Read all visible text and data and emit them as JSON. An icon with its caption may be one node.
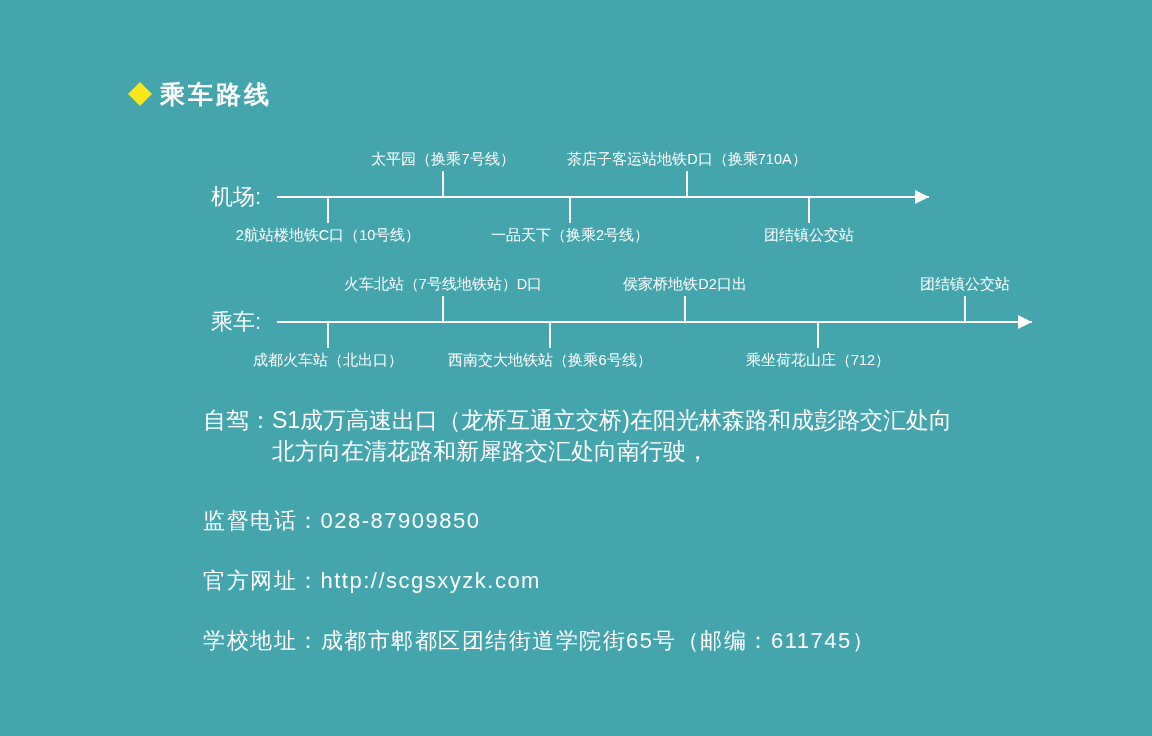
{
  "diagram": {
    "title": "乘车路线",
    "nodes": [
      {
        "text": [
          "机场:"
        ]
      },
      {
        "text": [
          "2航站楼地铁C口（10号线）"
        ]
      },
      {
        "text": [
          "太平园（换乘7号线）"
        ]
      },
      {
        "text": [
          "一品天下（换乘2号线）"
        ]
      },
      {
        "text": [
          "茶店子客运站地铁D口（换乘710A）"
        ]
      },
      {
        "text": [
          "团结镇公交站"
        ]
      },
      {
        "text": [
          "乘车:"
        ]
      },
      {
        "text": [
          "成都火车站（北出口）"
        ]
      },
      {
        "text": [
          "火车北站（7号线地铁站）D口"
        ]
      },
      {
        "text": [
          "西南交大地铁站（换乘6号线）"
        ]
      },
      {
        "text": [
          "侯家桥地铁D2口出"
        ]
      },
      {
        "text": [
          "乘坐荷花山庄（712）"
        ]
      },
      {
        "text": [
          "团结镇公交站"
        ]
      }
    ],
    "edges": [
      {
        "from": 0,
        "to": null,
        "arrow": "to"
      },
      {
        "from": 1,
        "to": null,
        "arrow": "none"
      },
      {
        "from": 2,
        "to": null,
        "arrow": "none"
      },
      {
        "from": 3,
        "to": null,
        "arrow": "none"
      },
      {
        "from": 4,
        "to": null,
        "arrow": "none"
      },
      {
        "from": 5,
        "to": null,
        "arrow": "none"
      },
      {
        "from": 6,
        "to": 12,
        "arrow": "to"
      },
      {
        "from": 7,
        "to": null,
        "arrow": "none"
      },
      {
        "from": 8,
        "to": null,
        "arrow": "none"
      },
      {
        "from": 9,
        "to": null,
        "arrow": "none"
      },
      {
        "from": 10,
        "to": null,
        "arrow": "none"
      },
      {
        "from": 11,
        "to": null,
        "arrow": "none"
      },
      {
        "from": 12,
        "to": null,
        "arrow": "none"
      }
    ],
    "labels": [
      "自驾：S1成万高速出口（龙桥互通立交桥)在阳光林森路和成彭路交汇处向北方向在清花路和新犀路交汇处向南行驶，",
      "监督电话：028-87909850",
      "官方网址：http://scgsxyzk.com",
      "学校地址：成都市郫都区团结街道学院街65号（邮编：611745）"
    ]
  }
}
